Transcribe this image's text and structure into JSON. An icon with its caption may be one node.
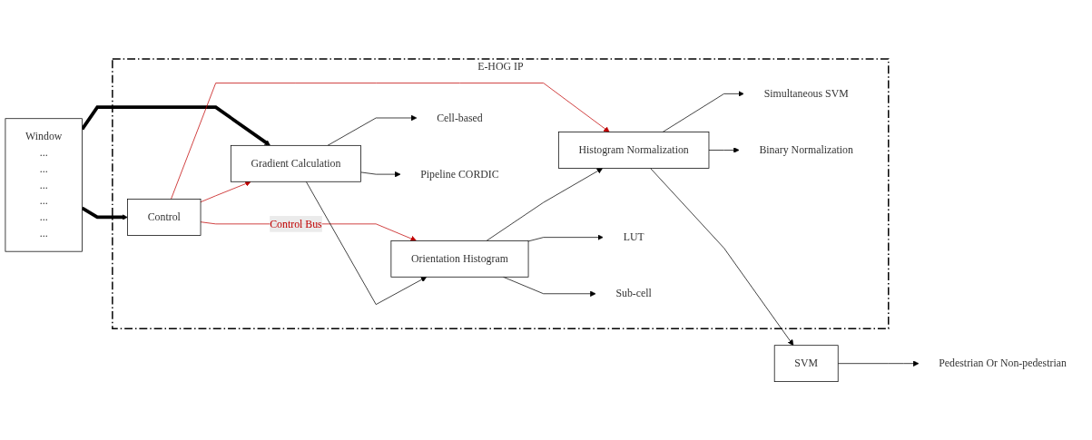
{
  "diagram": {
    "nodes": [
      {
        "text": [
          "Window",
          "...",
          "...",
          "...",
          "...",
          "...",
          "..."
        ]
      },
      {
        "text": [
          "E-HOG IP"
        ]
      },
      {
        "text": [
          "Control"
        ],
        "in": 1
      },
      {
        "text": [
          "Gradient Calculation"
        ],
        "in": 1
      },
      {
        "text": [
          "Orientation Histogram"
        ],
        "in": 1
      },
      {
        "text": [
          "Histogram Normalization"
        ],
        "in": 1
      },
      {
        "text": [
          "Cell-based"
        ],
        "in": 1
      },
      {
        "text": [
          "Pipeline CORDIC"
        ],
        "in": 1
      },
      {
        "text": [
          "LUT"
        ],
        "in": 1
      },
      {
        "text": [
          "Sub-cell"
        ],
        "in": 1
      },
      {
        "text": [
          "Simultaneous SVM"
        ],
        "in": 1
      },
      {
        "text": [
          "Binary Normalization"
        ],
        "in": 1
      },
      {
        "text": [
          "SVM"
        ]
      },
      {
        "text": [
          "Pedestrian Or Non-pedestrian"
        ]
      }
    ],
    "edges": [
      {
        "from": 0,
        "to": 2,
        "arrow": "to",
        "style": "thick"
      },
      {
        "from": 0,
        "to": 3,
        "arrow": "to",
        "style": "thick"
      },
      {
        "from": 2,
        "to": 3,
        "arrow": "to",
        "color": "#c00000"
      },
      {
        "from": 2,
        "to": 4,
        "arrow": "to",
        "color": "#c00000",
        "label": "Control Bus"
      },
      {
        "from": 2,
        "to": 5,
        "arrow": "to",
        "color": "#c00000"
      },
      {
        "from": 3,
        "to": 4,
        "arrow": "to"
      },
      {
        "from": 4,
        "to": 5,
        "arrow": "to"
      },
      {
        "from": 5,
        "to": 12,
        "arrow": "to"
      },
      {
        "from": 12,
        "to": 13,
        "arrow": "to"
      },
      {
        "from": 3,
        "to": 6,
        "arrow": "to"
      },
      {
        "from": 3,
        "to": 7,
        "arrow": "to"
      },
      {
        "from": 4,
        "to": 8,
        "arrow": "to"
      },
      {
        "from": 4,
        "to": 9,
        "arrow": "to"
      },
      {
        "from": 5,
        "to": 10,
        "arrow": "to"
      },
      {
        "from": 5,
        "to": 11,
        "arrow": "to"
      }
    ]
  }
}
